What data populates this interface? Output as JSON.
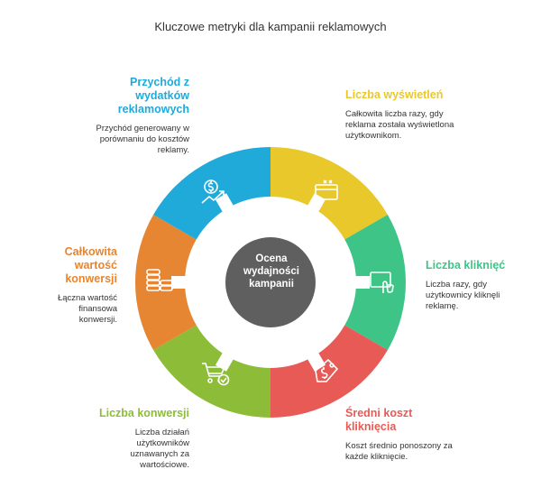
{
  "title": "Kluczowe metryki dla kampanii reklamowych",
  "center": {
    "label": "Ocena wydajności kampanii",
    "color": "#5f5f5f"
  },
  "segments": [
    {
      "id": "impressions",
      "title": "Liczba wyświetleń",
      "description": "Całkowita liczba razy, gdy reklama została wyświetlona użytkownikom.",
      "color": "#e8c82a",
      "icon": "browser-window-icon"
    },
    {
      "id": "clicks",
      "title": "Liczba kliknięć",
      "description": "Liczba razy, gdy użytkownicy kliknęli reklamę.",
      "color": "#3ec487",
      "icon": "tap-screen-icon"
    },
    {
      "id": "cpc",
      "title": "Średni koszt kliknięcia",
      "description": "Koszt średnio ponoszony za każde kliknięcie.",
      "color": "#e85a55",
      "icon": "price-tag-icon"
    },
    {
      "id": "conversions",
      "title": "Liczba konwersji",
      "description": "Liczba działań użytkowników uznawanych za wartościowe.",
      "color": "#8cbc38",
      "icon": "shopping-cart-check-icon"
    },
    {
      "id": "conversion-value",
      "title": "Całkowita wartość konwersji",
      "description": "Łączna wartość finansowa konwersji.",
      "color": "#e68532",
      "icon": "coin-stacks-icon"
    },
    {
      "id": "revenue",
      "title": "Przychód z wydatków reklamowych",
      "description": "Przychód generowany w porównaniu do kosztów reklamy.",
      "color": "#1faad9",
      "icon": "money-growth-icon"
    }
  ]
}
